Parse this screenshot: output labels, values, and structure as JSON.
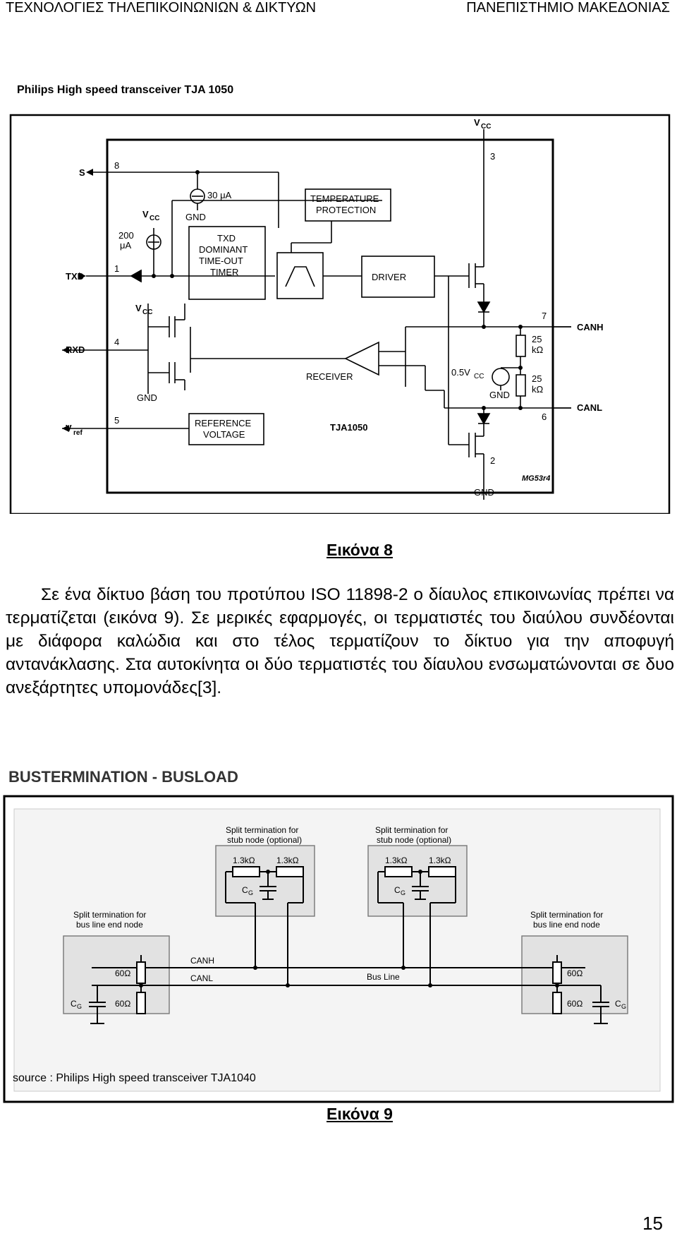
{
  "header": {
    "left": "ΤΕΧΝΟΛΟΓΙΕΣ ΤΗΛΕΠΙΚΟΙΝΩΝΙΩΝ & ΔΙΚΤΥΩΝ",
    "right": "ΠΑΝΕΠΙΣΤΗΜΙΟ ΜΑΚΕΔΟΝΙΑΣ"
  },
  "figure8": {
    "title": "Philips  High speed transceiver  TJA 1050",
    "labels": {
      "s": "S",
      "txd": "TXD",
      "rxd": "RXD",
      "vref": "V",
      "vref_sub": "ref",
      "vcc_top": "V",
      "cc": "CC",
      "pin8": "8",
      "pin1": "1",
      "pin4": "4",
      "pin5": "5",
      "pin3": "3",
      "pin7": "7",
      "pin6": "6",
      "pin2": "2",
      "i30": "30 μA",
      "gnd": "GND",
      "i200a": "200",
      "i200b": "μA",
      "txd_timer": [
        "TXD",
        "DOMINANT",
        "TIME-OUT",
        "TIMER"
      ],
      "temp": [
        "TEMPERATURE",
        "PROTECTION"
      ],
      "driver": "DRIVER",
      "receiver": "RECEIVER",
      "refv": [
        "REFERENCE",
        "VOLTAGE"
      ],
      "chip": "TJA1050",
      "canh": "CANH",
      "canl": "CANL",
      "r25": "25",
      "kohm": "kΩ",
      "half_vcc": "0.5V",
      "code": "MG53r4"
    }
  },
  "caption8": "Εικόνα 8",
  "paragraph": "Σε ένα δίκτυο βάση του προτύπου ISO 11898-2  ο δίαυλος επικοινωνίας πρέπει να τερματίζεται (εικόνα 9). Σε μερικές εφαρμογές, οι τερματιστές  του διαύλου συνδέονται με διάφορα καλώδια και στο τέλος τερματίζουν το δίκτυο για την αποφυγή αντανάκλασης. Στα αυτοκίνητα οι δύο τερματιστές του δίαυλου ενσωματώνονται σε δυο ανεξάρτητες υπομονάδες[3].",
  "figure9": {
    "title": "BUSTERMINATION - BUSLOAD",
    "stub_label": [
      "Split termination for",
      "stub node (optional)"
    ],
    "end_label": [
      "Split termination for",
      "bus line end node"
    ],
    "r13": "1.3kΩ",
    "r60": "60Ω",
    "cg": "C",
    "cg_sub": "G",
    "canh": "CANH",
    "canl": "CANL",
    "busline": "Bus Line",
    "source": "source : Philips   High speed transceiver TJA1040"
  },
  "caption9": "Εικόνα 9",
  "page_number": "15"
}
